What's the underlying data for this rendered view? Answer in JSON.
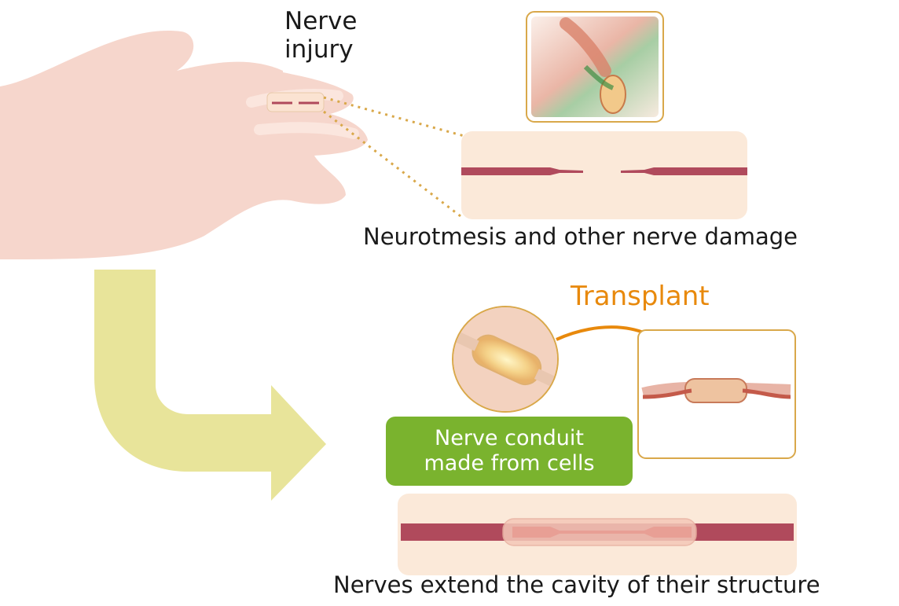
{
  "labels": {
    "nerve_injury": "Nerve\ninjury",
    "damage_caption": "Neurotmesis and other nerve damage",
    "transplant": "Transplant",
    "conduit_badge": "Nerve conduit\nmade from cells",
    "result_caption": "Nerves extend the cavity of their structure"
  },
  "colors": {
    "skin": "#f6d6cc",
    "nerve": "#b04a5c",
    "panel_bg": "#fbe9d9",
    "frame": "#d9a84a",
    "transplant_text": "#e8890c",
    "flow_arrow": "#e8e49a",
    "badge_bg": "#7ab32e"
  }
}
